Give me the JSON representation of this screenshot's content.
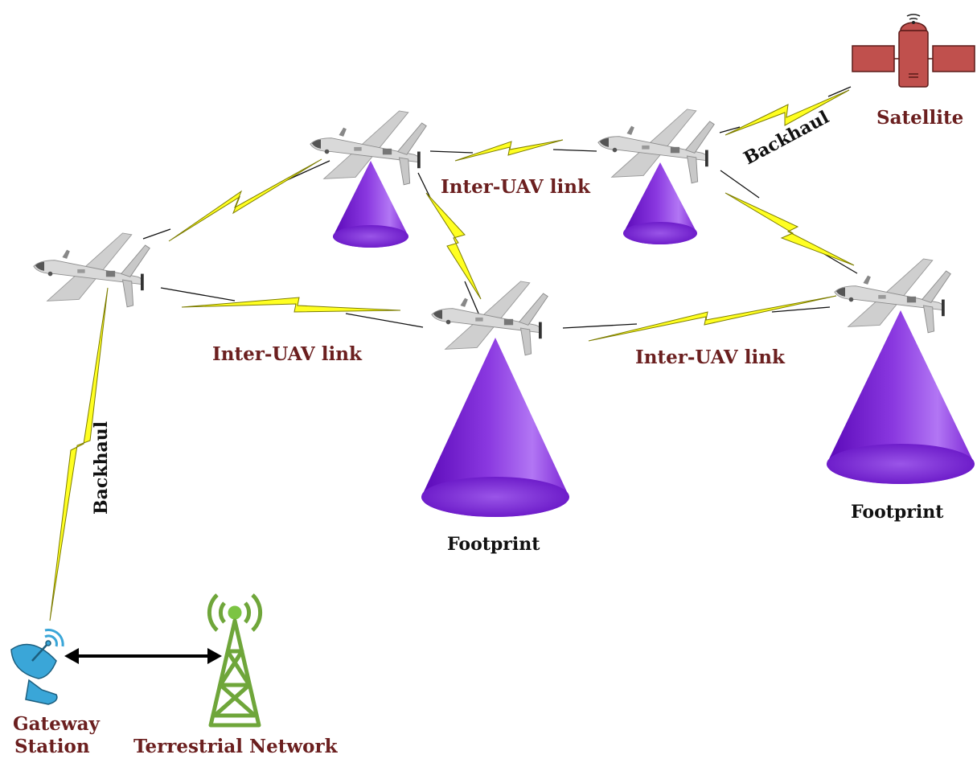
{
  "labels": {
    "satellite": "Satellite",
    "backhaul_top": "Backhaul",
    "backhaul_left": "Backhaul",
    "inter_uav_top": "Inter-UAV link",
    "inter_uav_left": "Inter-UAV link",
    "inter_uav_right": "Inter-UAV link",
    "footprint_center": "Footprint",
    "footprint_right": "Footprint",
    "gateway_line1": "Gateway",
    "gateway_line2": "Station",
    "terrestrial": "Terrestrial Network"
  },
  "colors": {
    "label_red": "#6b1f1f",
    "lightning_fill": "#ffff22",
    "lightning_stroke": "#8a8a00",
    "cone_light": "#b070f0",
    "cone_dark": "#6a10c8",
    "drone": "#c8c8c8",
    "tower": "#7cc443",
    "dish": "#3aa6d8",
    "satellite_body": "#c0504d"
  },
  "icons": [
    "uav-drone-icon",
    "satellite-icon",
    "cone-footprint-icon",
    "gateway-dish-icon",
    "cell-tower-icon",
    "lightning-link-icon"
  ]
}
